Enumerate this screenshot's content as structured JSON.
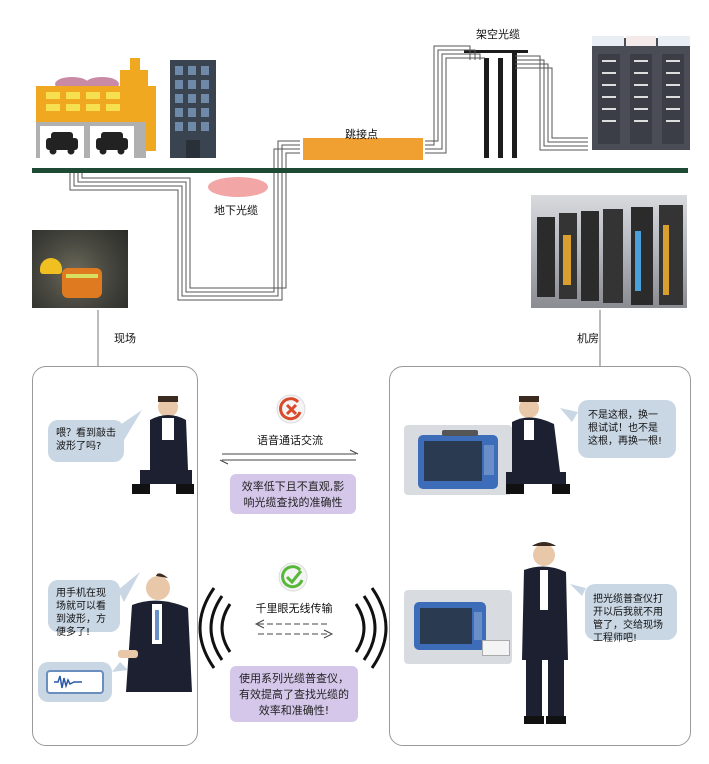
{
  "labels": {
    "aerial_cable": "架空光缆",
    "jump_point": "跳接点",
    "underground_cable": "地下光缆",
    "site": "现场",
    "machine_room": "机房"
  },
  "left_panel": {
    "bubble_top": "喂？看到敲击波形了吗?",
    "bubble_bottom": "用手机在现场就可以看到波形，方便多了!"
  },
  "right_panel": {
    "bubble_top": "不是这根，换一根试试！也不是这根，再换一根!",
    "bubble_bottom": "把光缆普查仪打开以后我就不用管了，交给现场工程师吧!"
  },
  "middle": {
    "voice_title": "语音通话交流",
    "voice_note": "效率低下且不直观,影响光缆查找的准确性",
    "wireless_title": "千里眼无线传输",
    "wireless_note": "使用系列光缆普查仪，有效提高了查找光缆的效率和准确性!"
  },
  "colors": {
    "ground_line": "#1e4a33",
    "junction": "#f0a030",
    "manhole": "#f2a6a6",
    "bubble": "#c9d6e4",
    "note": "#d5c7ea",
    "cross": "#d94a2a",
    "check": "#58b83a"
  },
  "icons": [
    "cross-icon",
    "check-icon",
    "wave-left-icon",
    "wave-right-icon"
  ]
}
